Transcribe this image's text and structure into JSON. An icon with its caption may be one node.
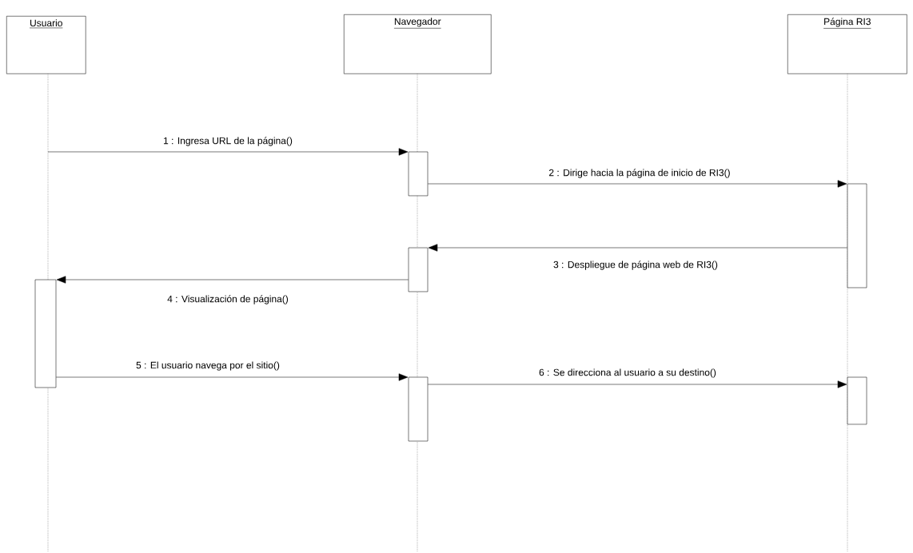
{
  "diagram": {
    "nodes": [
      {
        "text": [
          "Usuario"
        ]
      },
      {
        "text": [
          "Navegador"
        ]
      },
      {
        "text": [
          "Página RI3"
        ]
      },
      {
        "text": [],
        "shape": "bar"
      },
      {
        "text": [],
        "shape": "bar"
      },
      {
        "text": [],
        "shape": "bar"
      },
      {
        "text": [],
        "shape": "bar"
      },
      {
        "text": [],
        "shape": "bar"
      },
      {
        "text": [],
        "shape": "bar"
      }
    ],
    "edges": [
      {
        "from": null,
        "to": 3,
        "arrow": "to",
        "label": "1 : Ingresa URL de la página()"
      },
      {
        "from": 3,
        "to": 4,
        "arrow": "to",
        "label": "2 : Dirige hacia la página de inicio de RI3()"
      },
      {
        "from": 4,
        "to": 5,
        "arrow": "to",
        "label": "3 : Despliegue de página web de RI3()"
      },
      {
        "from": 5,
        "to": 6,
        "arrow": "to",
        "label": "4 : Visualización de página()"
      },
      {
        "from": 6,
        "to": 7,
        "arrow": "to",
        "label": "5 : El usuario navega por el sitio()"
      },
      {
        "from": 7,
        "to": 8,
        "arrow": "to",
        "label": "6 : Se direcciona al usuario a su destino()"
      }
    ]
  }
}
